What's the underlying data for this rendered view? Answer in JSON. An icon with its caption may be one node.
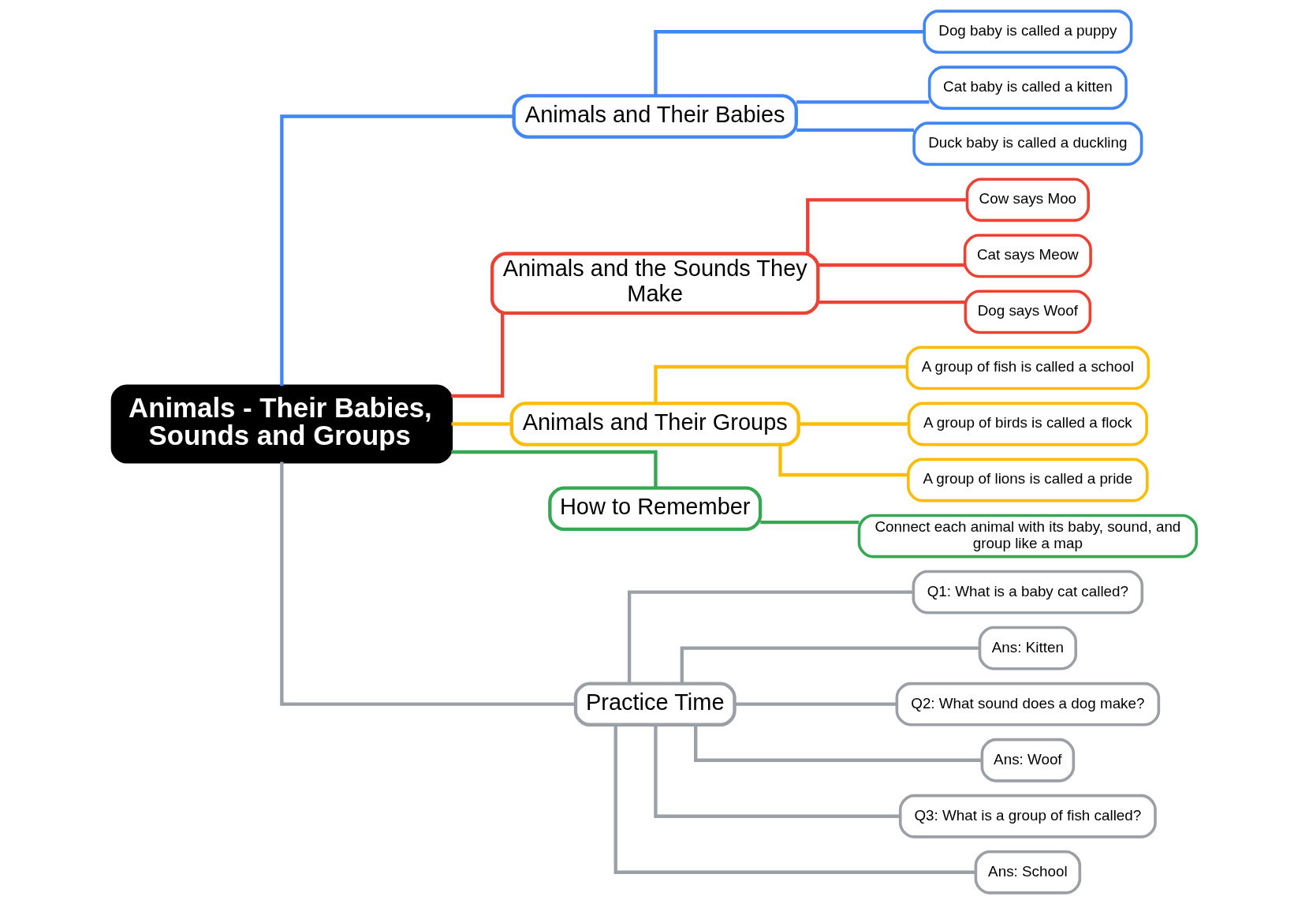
{
  "diagram": {
    "nodes": [
      {
        "text": [
          "Animals - Their Babies, Sounds and Groups"
        ]
      },
      {
        "text": [
          "Animals and Their Babies"
        ]
      },
      {
        "text": [
          "Dog baby is called a puppy"
        ]
      },
      {
        "text": [
          "Cat baby is called a kitten"
        ]
      },
      {
        "text": [
          "Duck baby is called a duckling"
        ]
      },
      {
        "text": [
          "Animals and the Sounds They Make"
        ]
      },
      {
        "text": [
          "Cow says Moo"
        ]
      },
      {
        "text": [
          "Cat says Meow"
        ]
      },
      {
        "text": [
          "Dog says Woof"
        ]
      },
      {
        "text": [
          "Animals and Their Groups"
        ]
      },
      {
        "text": [
          "A group of fish is called a school"
        ]
      },
      {
        "text": [
          "A group of birds is called a flock"
        ]
      },
      {
        "text": [
          "A group of lions is called a pride"
        ]
      },
      {
        "text": [
          "How to Remember"
        ]
      },
      {
        "text": [
          "Connect each animal with its baby, sound, and group like a map"
        ]
      },
      {
        "text": [
          "Practice Time"
        ]
      },
      {
        "text": [
          "Q1: What is a baby cat called?"
        ]
      },
      {
        "text": [
          "Ans: Kitten"
        ]
      },
      {
        "text": [
          "Q2: What sound does a dog make?"
        ]
      },
      {
        "text": [
          "Ans: Woof"
        ]
      },
      {
        "text": [
          "Q3: What is a group of fish called?"
        ]
      },
      {
        "text": [
          "Ans: School"
        ]
      }
    ],
    "edges": [
      {
        "from": 0,
        "to": 1,
        "arrow": "none",
        "color": "#4285f4"
      },
      {
        "from": 1,
        "to": 2,
        "arrow": "none",
        "color": "#4285f4"
      },
      {
        "from": 1,
        "to": 3,
        "arrow": "none",
        "color": "#4285f4"
      },
      {
        "from": 1,
        "to": 4,
        "arrow": "none",
        "color": "#4285f4"
      },
      {
        "from": 0,
        "to": 5,
        "arrow": "none",
        "color": "#ea4335"
      },
      {
        "from": 5,
        "to": 6,
        "arrow": "none",
        "color": "#ea4335"
      },
      {
        "from": 5,
        "to": 7,
        "arrow": "none",
        "color": "#ea4335"
      },
      {
        "from": 5,
        "to": 8,
        "arrow": "none",
        "color": "#ea4335"
      },
      {
        "from": 0,
        "to": 9,
        "arrow": "none",
        "color": "#fbbc04"
      },
      {
        "from": 9,
        "to": 10,
        "arrow": "none",
        "color": "#fbbc04"
      },
      {
        "from": 9,
        "to": 11,
        "arrow": "none",
        "color": "#fbbc04"
      },
      {
        "from": 9,
        "to": 12,
        "arrow": "none",
        "color": "#fbbc04"
      },
      {
        "from": 0,
        "to": 13,
        "arrow": "none",
        "color": "#34a853"
      },
      {
        "from": 13,
        "to": 14,
        "arrow": "none",
        "color": "#34a853"
      },
      {
        "from": 0,
        "to": 15,
        "arrow": "none"
      },
      {
        "from": 15,
        "to": 16,
        "arrow": "none"
      },
      {
        "from": 15,
        "to": 17,
        "arrow": "none"
      },
      {
        "from": 15,
        "to": 18,
        "arrow": "none"
      },
      {
        "from": 15,
        "to": 19,
        "arrow": "none"
      },
      {
        "from": 15,
        "to": 20,
        "arrow": "none"
      },
      {
        "from": 15,
        "to": 21,
        "arrow": "none"
      }
    ]
  }
}
